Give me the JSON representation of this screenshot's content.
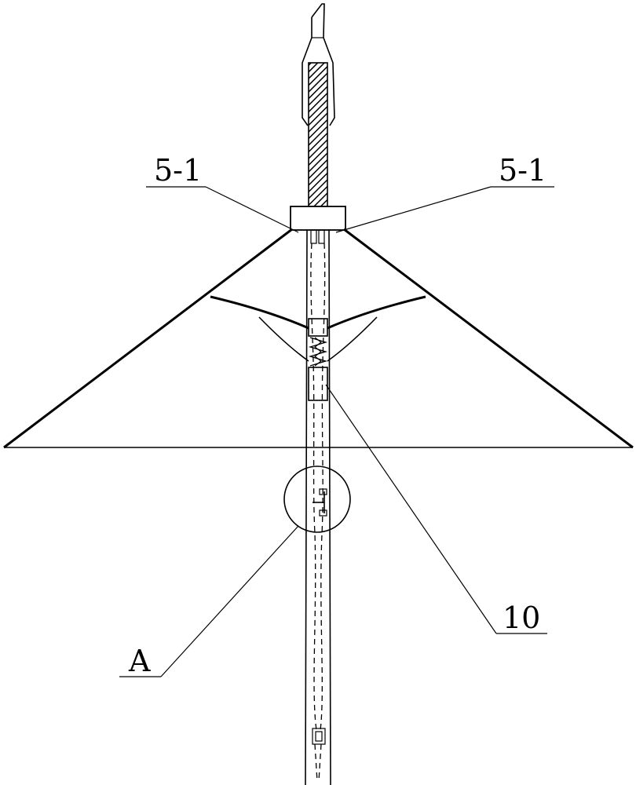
{
  "labels": {
    "callout_left": "5-1",
    "callout_right": "5-1",
    "callout_detail": "A",
    "callout_part10": "10"
  }
}
